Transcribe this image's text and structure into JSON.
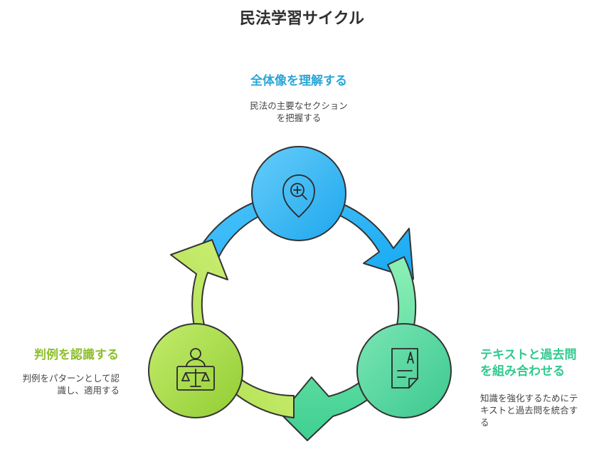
{
  "title": "民法学習サイクル",
  "steps": [
    {
      "title": "全体像を理解する",
      "desc_lines": [
        "民法の主要なセクション",
        "を把握する"
      ],
      "icon": "map-pin-search-icon",
      "color": "#2aa6d8"
    },
    {
      "title_lines": [
        "テキストと過去問",
        "を組み合わせる"
      ],
      "desc_lines": [
        "知識を強化するためにテ",
        "キストと過去問を統合す",
        "る"
      ],
      "icon": "document-icon",
      "color": "#31c98f"
    },
    {
      "title": "判例を認識する",
      "desc_lines": [
        "判例をパターンとして認",
        "識し、適用する"
      ],
      "icon": "judge-scales-icon",
      "color": "#8cbf2b"
    }
  ],
  "colors": {
    "blue": "#35b8f4",
    "green": "#4dd39a",
    "lime": "#a2d93c"
  }
}
